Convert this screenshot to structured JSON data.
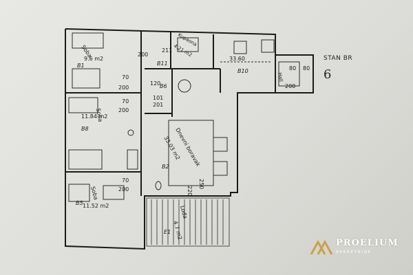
{
  "plan": {
    "stan_label": "STAN BR",
    "stan_number": "6",
    "rooms": {
      "soba1": {
        "name": "Soba",
        "area": "9.6 m2",
        "code": "B1"
      },
      "soba2": {
        "name": "Soba",
        "area": "11.84 m2",
        "code": "B8"
      },
      "soba3": {
        "name": "Soba",
        "area": "11.52 m2",
        "code": "B5"
      },
      "dnevni": {
        "name": "Dnevni boravak",
        "area": "33.03 m2",
        "code": "B2"
      },
      "kupaona": {
        "name": "Kupaona",
        "area": "4.21 m2",
        "code": "B11"
      },
      "lodja": {
        "name": "Lođa",
        "area": "4.7 m2",
        "code": "E1"
      },
      "hall": {
        "name": "Hall"
      }
    },
    "dims": {
      "d33_60": "33.60",
      "d200_a": "200",
      "d211": "211",
      "d70_a": "70",
      "d200_b": "200",
      "d120": "120",
      "d70_b": "70",
      "d200_c": "200",
      "d70_c": "70",
      "d200_d": "200",
      "d80_a": "80",
      "d80_b": "80",
      "d200_e": "200",
      "d220": "220",
      "d250": "250",
      "d101": "101",
      "d201": "201"
    },
    "codes": {
      "b10": "B10",
      "b6": "B6"
    }
  },
  "logo": {
    "name": "PROELIUM",
    "subtitle": "NEKRETNINE"
  },
  "colors": {
    "paper": "#e3e3e0",
    "ink": "#1a1a1a",
    "logo_gold": "#c9a24a",
    "logo_text": "#ffffff"
  }
}
